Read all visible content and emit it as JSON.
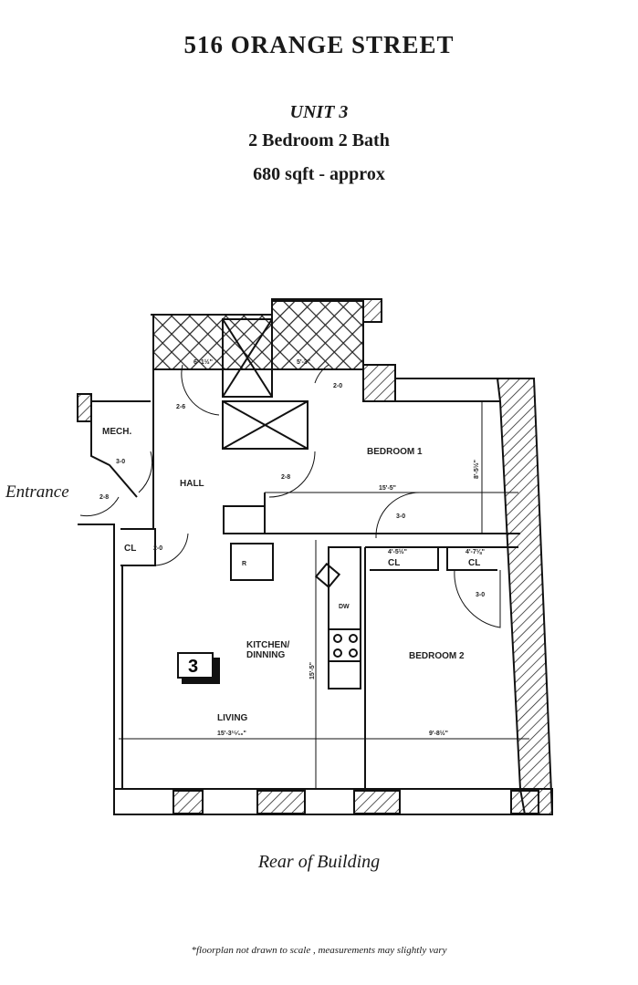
{
  "header": {
    "title": "516 ORANGE STREET",
    "unit": "UNIT 3",
    "layout": "2 Bedroom 2 Bath",
    "area": "680 sqft - approx"
  },
  "plan": {
    "entrance_label": "Entrance",
    "rear_label": "Rear of Building",
    "unit_number": "3",
    "rooms": {
      "mech": "MECH.",
      "hall": "HALL",
      "bedroom1": "BEDROOM 1",
      "bedroom2": "BEDROOM 2",
      "kitchen_line1": "KITCHEN/",
      "kitchen_line2": "DINNING",
      "living": "LIVING",
      "closet": "CL",
      "refrigerator": "R",
      "dishwasher": "DW"
    },
    "doors": {
      "entry": "2-8",
      "mech": "3-0",
      "bath1": "2-6",
      "bath2": "2-0",
      "bedroom1": "2-8",
      "bed1_closet": "3-0",
      "hall_closet": "2-0",
      "bedroom2": "3-0"
    },
    "dimensions": {
      "bath1_width": "6'-1½\"",
      "bath2_width": "5'-3\"",
      "bedroom1_width": "15'-5\"",
      "bedroom1_depth": "8'-5½\"",
      "closet1_width": "4'-5½\"",
      "closet2_width": "4'-7⅛\"",
      "living_width": "15'-3¹⁵⁄₁₆\"",
      "living_depth": "15'-5\"",
      "bedroom2_width": "9'-8½\""
    }
  },
  "footer": {
    "note": "*floorplan not drawn to scale , measurements may slightly vary"
  }
}
